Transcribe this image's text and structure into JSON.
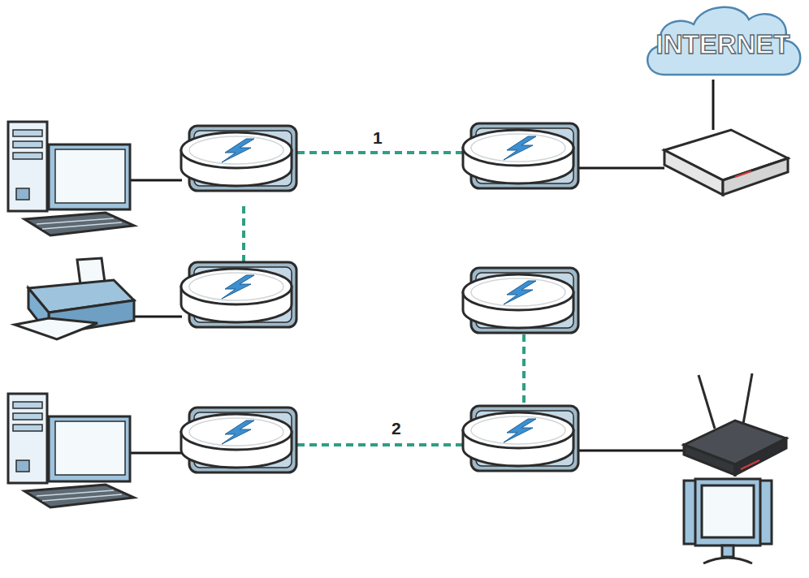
{
  "diagram": {
    "nodes": [
      {
        "text": [
          "INTERNET"
        ]
      }
    ],
    "labels": [
      "1",
      "2"
    ]
  }
}
